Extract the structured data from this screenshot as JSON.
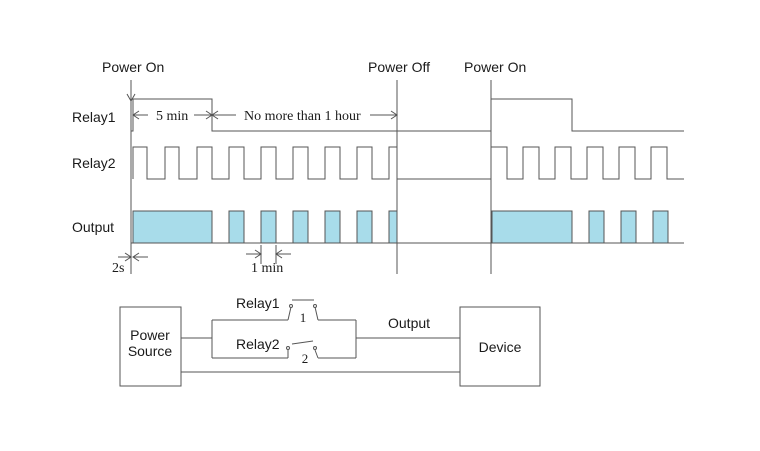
{
  "timing": {
    "events": {
      "power_on_1": "Power On",
      "power_off": "Power Off",
      "power_on_2": "Power On"
    },
    "rows": {
      "relay1": "Relay1",
      "relay2": "Relay2",
      "output": "Output"
    },
    "annotations": {
      "five_min": "5 min",
      "max_hour": "No more than 1 hour",
      "two_sec": "2s",
      "one_min": "1 min"
    },
    "output_fill_color": "#a8dcea"
  },
  "circuit": {
    "power_source_line1": "Power",
    "power_source_line2": "Source",
    "device": "Device",
    "output": "Output",
    "relay1_label": "Relay1",
    "relay2_label": "Relay2",
    "contact1": "1",
    "contact2": "2"
  }
}
